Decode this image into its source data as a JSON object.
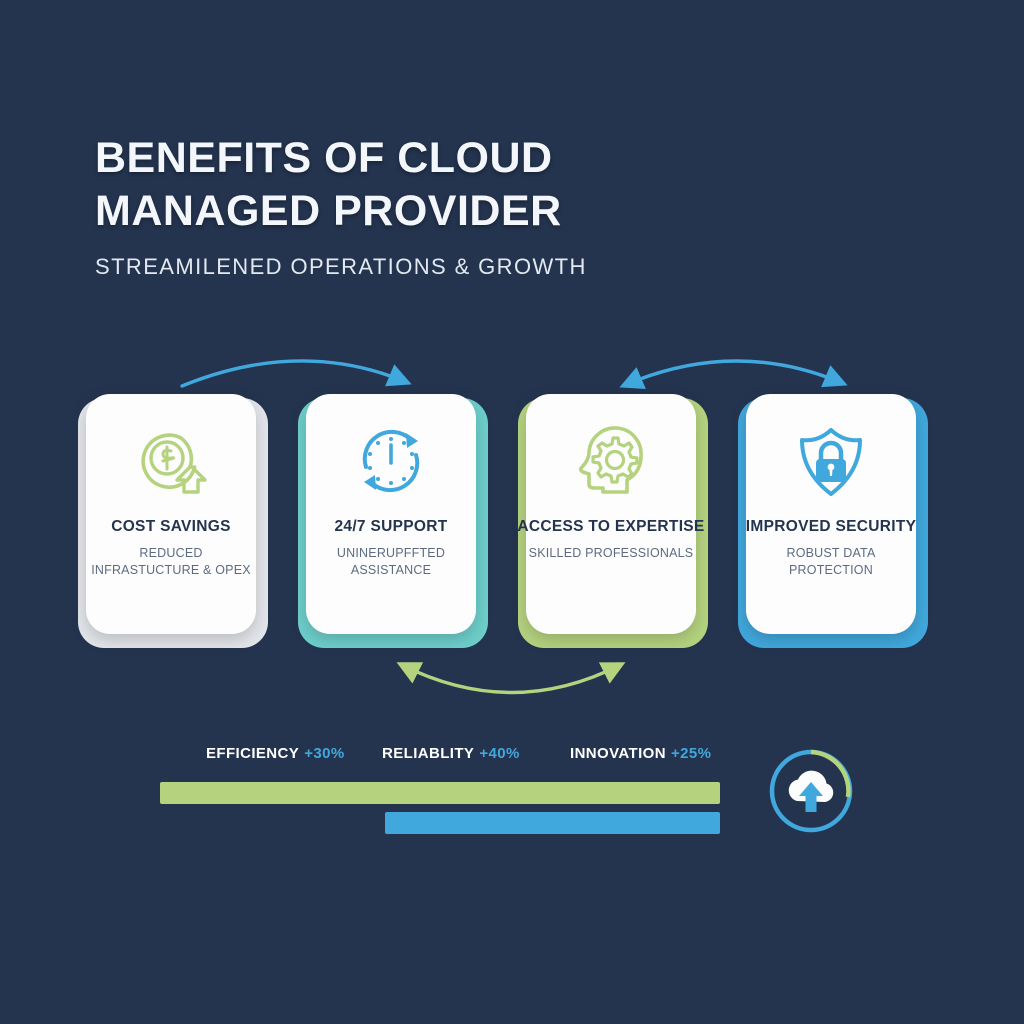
{
  "theme": {
    "background": "#24344f",
    "green": "#b5d37f",
    "blue": "#41a8dd",
    "teal": "#6ecfcb",
    "card_face": "#fdfdfd",
    "title_color": "#24344f",
    "desc_color": "#5d6b82",
    "heading_color": "#f3f6fa"
  },
  "header": {
    "title_line_1": "BENEFITS OF CLOUD",
    "title_line_2": "MANAGED PROVIDER",
    "subtitle": "STREAMILENED OPERATIONS & GROWTH"
  },
  "cards": [
    {
      "title": "COST SAVINGS",
      "description": "REDUCED INFRASTUCTURE & OPEX",
      "icon": "dollar-circle-arrow-up-icon",
      "accent": "#e3e6ea"
    },
    {
      "title": "24/7 SUPPORT",
      "description": "UNINERUPFFTED ASSISTANCE",
      "icon": "clock-refresh-icon",
      "accent": "#6ecfcb"
    },
    {
      "title": "ACCESS TO EXPERTISE",
      "description": "SKILLED PROFESSIONALS",
      "icon": "head-gear-icon",
      "accent": "#b5d37f"
    },
    {
      "title": "IMPROVED SECURITY",
      "description": "ROBUST DATA PROTECTION",
      "icon": "shield-lock-icon",
      "accent": "#41a8dd"
    }
  ],
  "connectors": [
    {
      "name": "arrow-card1-to-card2",
      "style": "curve-up-single-arrow",
      "color": "#41a8dd"
    },
    {
      "name": "arrow-card2-to-card3",
      "style": "curve-down-double-arrow",
      "color": "#b5d37f"
    },
    {
      "name": "arrow-card3-to-card4",
      "style": "curve-up-double-arrow",
      "color": "#41a8dd"
    }
  ],
  "stats": {
    "items": [
      {
        "label": "EFFICIENCY",
        "value": "+30%"
      },
      {
        "label": "RELIABLITY",
        "value": "+40%"
      },
      {
        "label": "INNOVATION",
        "value": "+25%"
      }
    ],
    "bars": [
      {
        "name": "bar-green",
        "color": "#b5d37f",
        "fraction": 1.0
      },
      {
        "name": "bar-blue",
        "color": "#41a8dd",
        "fraction": 0.6
      }
    ]
  },
  "badge": {
    "icon": "cloud-upload-icon",
    "ring_color": "#41a8dd",
    "ring_accent_color": "#b5d37f"
  },
  "chart_data": {
    "type": "bar",
    "title": "",
    "categories": [
      "EFFICIENCY",
      "RELIABLITY",
      "INNOVATION"
    ],
    "values": [
      30,
      40,
      25
    ],
    "value_labels": [
      "+30%",
      "+40%",
      "+25%"
    ],
    "xlabel": "",
    "ylabel": "",
    "ylim": [
      0,
      50
    ],
    "grid": false,
    "legend": "none",
    "notes": "Percentage improvement callouts rendered above two decorative horizontal progress bars"
  }
}
